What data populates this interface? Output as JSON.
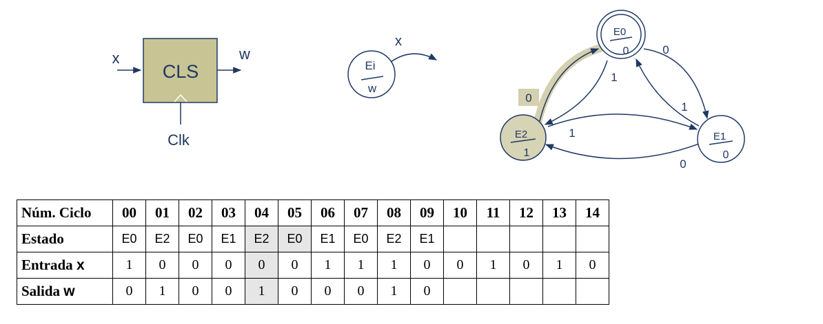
{
  "block": {
    "name": "CLS",
    "input": "x",
    "output": "w",
    "clock": "Clk"
  },
  "legend": {
    "state": "Ei",
    "output": "w",
    "input": "x"
  },
  "fsm": {
    "states": [
      {
        "id": "E0",
        "name": "E0",
        "output": "0",
        "initial": true
      },
      {
        "id": "E1",
        "name": "E1",
        "output": "0",
        "initial": false
      },
      {
        "id": "E2",
        "name": "E2",
        "output": "1",
        "initial": false
      }
    ],
    "transitions": [
      {
        "from": "E0",
        "to": "E1",
        "label": "0"
      },
      {
        "from": "E0",
        "to": "E2",
        "label": "1"
      },
      {
        "from": "E1",
        "to": "E0",
        "label": "1"
      },
      {
        "from": "E1",
        "to": "E2",
        "label": "0"
      },
      {
        "from": "E2",
        "to": "E1",
        "label": "1"
      },
      {
        "from": "E2",
        "to": "E0",
        "label": "0",
        "highlighted": true
      }
    ],
    "colors": {
      "stroke": "#1f3864",
      "block_fill": "#c8c494",
      "highlight": "#d4d0b0",
      "e2_fill": "#d7d3b5"
    }
  },
  "table": {
    "header_label": "Núm. Ciclo",
    "cycles": [
      "00",
      "01",
      "02",
      "03",
      "04",
      "05",
      "06",
      "07",
      "08",
      "09",
      "10",
      "11",
      "12",
      "13",
      "14"
    ],
    "rows": [
      {
        "label": "Estado",
        "var": "",
        "kind": "st",
        "values": [
          "E0",
          "E2",
          "E0",
          "E1",
          "E2",
          "E0",
          "E1",
          "E0",
          "E2",
          "E1",
          "",
          "",
          "",
          "",
          ""
        ],
        "highlight": [
          4,
          5
        ]
      },
      {
        "label": "Entrada ",
        "var": "x",
        "kind": "num",
        "values": [
          "1",
          "0",
          "0",
          "0",
          "0",
          "0",
          "1",
          "1",
          "1",
          "0",
          "0",
          "1",
          "0",
          "1",
          "0"
        ],
        "highlight": [
          4
        ]
      },
      {
        "label": "Salida ",
        "var": "w",
        "kind": "num",
        "values": [
          "0",
          "1",
          "0",
          "0",
          "1",
          "0",
          "0",
          "0",
          "1",
          "0",
          "",
          "",
          "",
          "",
          ""
        ],
        "highlight": [
          4
        ]
      }
    ]
  }
}
